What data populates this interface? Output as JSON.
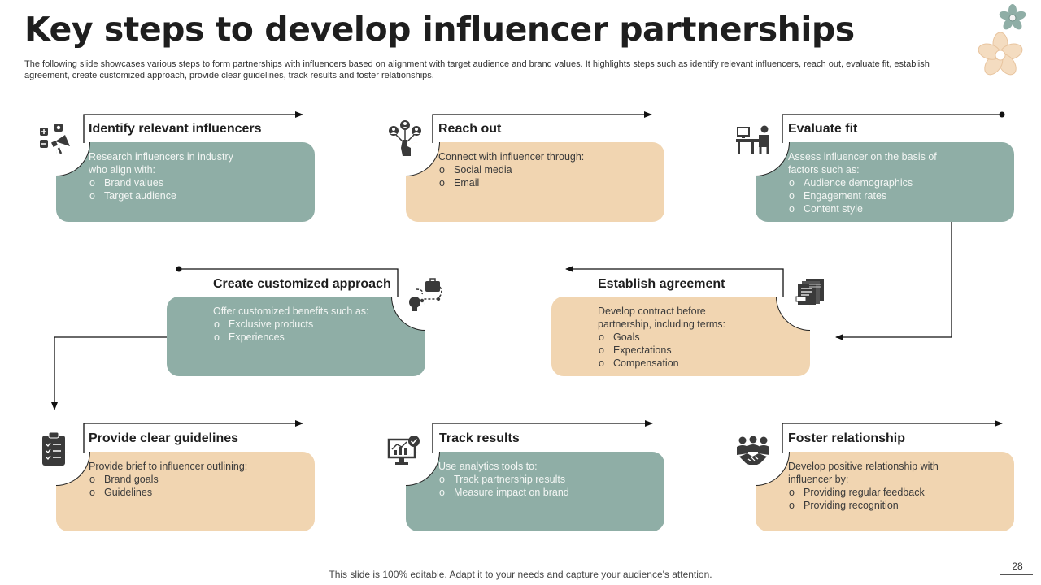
{
  "title": "Key steps to develop influencer partnerships",
  "subtitle": "The following slide showcases various steps to form partnerships with influencers based on alignment with target audience and brand values. It highlights steps such as identify relevant influencers, reach out, evaluate fit,  establish agreement, create customized approach, provide clear guidelines, track results and foster relationships.",
  "footer": "This slide is 100% editable. Adapt it to your needs and capture your audience's attention.",
  "page_number": "28",
  "bullet_glyph": "o",
  "colors": {
    "green": "#8faea6",
    "tan": "#f1d5b1",
    "text_dark": "#1e1e1e",
    "line": "#222222"
  },
  "steps": [
    {
      "title": "Identify relevant influencers",
      "intro": [
        "Research influencers in industry",
        "who align with:"
      ],
      "bullets": [
        "Brand values",
        "Target audience"
      ],
      "icon": "megaphone-social-icon"
    },
    {
      "title": "Reach out",
      "intro": [
        "Connect with influencer through:"
      ],
      "bullets": [
        "Social media",
        "Email"
      ],
      "icon": "network-hand-icon"
    },
    {
      "title": "Evaluate fit",
      "intro": [
        "Assess influencer on the basis of",
        "factors such as:"
      ],
      "bullets": [
        "Audience demographics",
        "Engagement rates",
        "Content style"
      ],
      "icon": "evaluator-desk-icon"
    },
    {
      "title": "Create customized approach",
      "intro": [
        "Offer customized benefits such as:"
      ],
      "bullets": [
        "Exclusive products",
        "Experiences"
      ],
      "icon": "briefcase-idea-icon"
    },
    {
      "title": "Establish agreement",
      "intro": [
        "Develop contract before",
        "partnership, including terms:"
      ],
      "bullets": [
        "Goals",
        "Expectations",
        "Compensation"
      ],
      "icon": "contract-documents-icon"
    },
    {
      "title": "Provide clear guidelines",
      "intro": [
        "Provide  brief to influencer outlining:"
      ],
      "bullets": [
        "Brand goals",
        "Guidelines"
      ],
      "icon": "clipboard-checklist-icon"
    },
    {
      "title": "Track results",
      "intro": [
        "Use analytics tools to:"
      ],
      "bullets": [
        "Track partnership results",
        "Measure impact on brand"
      ],
      "icon": "analytics-monitor-icon"
    },
    {
      "title": "Foster relationship",
      "intro": [
        "Develop  positive relationship with",
        "influencer by:"
      ],
      "bullets": [
        "Providing regular feedback",
        "Providing recognition"
      ],
      "icon": "team-handshake-icon"
    }
  ]
}
